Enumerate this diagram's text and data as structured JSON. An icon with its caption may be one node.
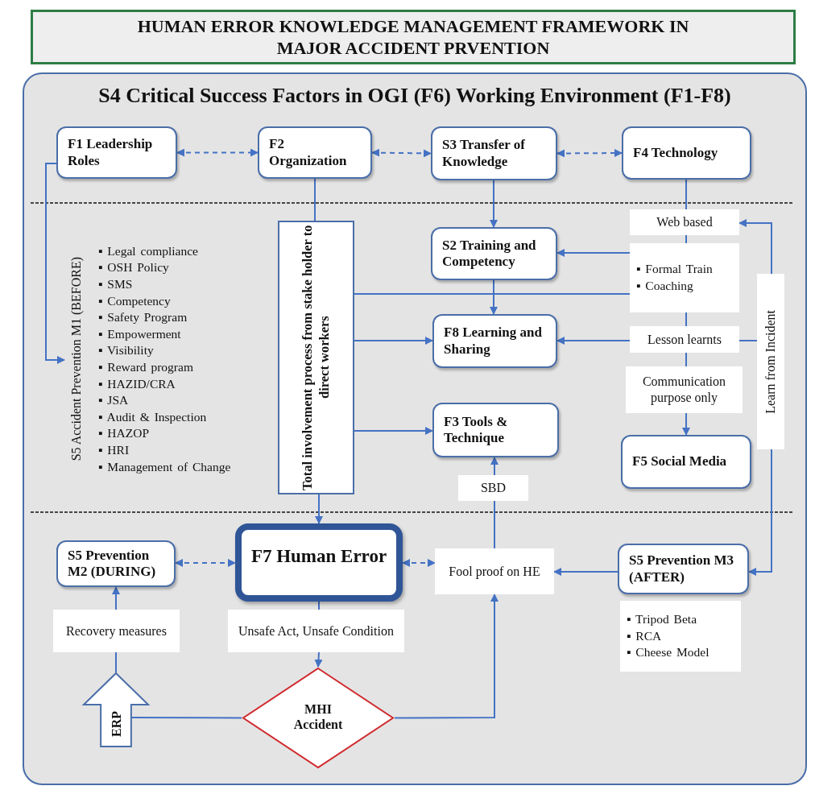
{
  "diagram": {
    "title": "HUMAN ERROR KNOWLEDGE MANAGEMENT FRAMEWORK IN MAJOR ACCIDENT PRVENTION",
    "nodes": [
      {
        "text": [
          "S4 Critical Success Factors in OGI (F6) Working Environment (F1-F8)"
        ]
      },
      {
        "text": [
          "F1 Leadership Roles"
        ],
        "in": 0
      },
      {
        "text": [
          "F2 Organization"
        ],
        "in": 0
      },
      {
        "text": [
          "S3 Transfer of Knowledge"
        ],
        "in": 0
      },
      {
        "text": [
          "F4 Technology"
        ],
        "in": 0
      },
      {
        "text": [
          "S5 Accident Prevention M1 (BEFORE)",
          "▪ Legal compliance",
          "▪ OSH Policy",
          "▪ SMS",
          "▪ Competency",
          "▪ Safety Program",
          "▪ Empowerment",
          "▪ Visibility",
          "▪ Reward program",
          "▪ HAZID/CRA",
          "▪ JSA",
          "▪ Audit & Inspection",
          "▪ HAZOP",
          "▪ HRI",
          "▪ Management of Change"
        ],
        "in": 0
      },
      {
        "text": [
          "Total involvement process from stake holder to direct workers"
        ],
        "in": 0
      },
      {
        "text": [
          "Web based"
        ],
        "in": 0
      },
      {
        "text": [
          "S2 Training and Competency"
        ],
        "in": 0
      },
      {
        "text": [
          "▪ Formal Train",
          "▪ Coaching"
        ],
        "in": 0
      },
      {
        "text": [
          "F8 Learning and Sharing"
        ],
        "in": 0
      },
      {
        "text": [
          "Lesson learnts"
        ],
        "in": 0
      },
      {
        "text": [
          "Communication purpose only"
        ],
        "in": 0
      },
      {
        "text": [
          "F3 Tools & Technique"
        ],
        "in": 0
      },
      {
        "text": [
          "F5 Social Media"
        ],
        "in": 0
      },
      {
        "text": [
          "Learn from Incident"
        ],
        "in": 0
      },
      {
        "text": [
          "SBD"
        ],
        "in": 0
      },
      {
        "text": [
          "S5 Prevention M2 (DURING)"
        ],
        "in": 0
      },
      {
        "text": [
          "F7 Human Error"
        ],
        "in": 0
      },
      {
        "text": [
          "Fool proof on HE"
        ],
        "in": 0
      },
      {
        "text": [
          "S5 Prevention M3 (AFTER)"
        ],
        "in": 0
      },
      {
        "text": [
          "Recovery measures"
        ],
        "in": 0
      },
      {
        "text": [
          "Unsafe Act, Unsafe Condition"
        ],
        "in": 0
      },
      {
        "text": [
          "▪ Tripod Beta",
          "▪ RCA",
          "▪ Cheese Model"
        ],
        "in": 0
      },
      {
        "text": [
          "ERP"
        ],
        "in": 0
      },
      {
        "text": [
          "MHI Accident"
        ],
        "in": 0
      }
    ],
    "edges": [
      {
        "from": 1,
        "to": 2,
        "arrow": "both",
        "style": "dashed"
      },
      {
        "from": 2,
        "to": 3,
        "arrow": "both",
        "style": "dashed"
      },
      {
        "from": 3,
        "to": 4,
        "arrow": "both",
        "style": "dashed"
      },
      {
        "from": 1,
        "to": 5,
        "arrow": "to"
      },
      {
        "from": 2,
        "to": 6,
        "arrow": "none"
      },
      {
        "from": 6,
        "to": 18,
        "arrow": "to"
      },
      {
        "from": 6,
        "to": 9,
        "arrow": "none"
      },
      {
        "from": 6,
        "to": 10,
        "arrow": "to"
      },
      {
        "from": 6,
        "to": 13,
        "arrow": "to"
      },
      {
        "from": 3,
        "to": 8,
        "arrow": "to"
      },
      {
        "from": 8,
        "to": 10,
        "arrow": "to"
      },
      {
        "from": 4,
        "to": 7,
        "arrow": "none"
      },
      {
        "from": 7,
        "to": 9,
        "arrow": "none"
      },
      {
        "from": 9,
        "to": 11,
        "arrow": "none"
      },
      {
        "from": 11,
        "to": 12,
        "arrow": "none"
      },
      {
        "from": 12,
        "to": 14,
        "arrow": "to"
      },
      {
        "from": 9,
        "to": 8,
        "arrow": "to"
      },
      {
        "from": 11,
        "to": 10,
        "arrow": "to"
      },
      {
        "from": 15,
        "to": 7,
        "arrow": "to"
      },
      {
        "from": 15,
        "to": 11,
        "arrow": "none"
      },
      {
        "from": 15,
        "to": 20,
        "arrow": "to"
      },
      {
        "from": 20,
        "to": 19,
        "arrow": "to"
      },
      {
        "from": 18,
        "to": 19,
        "arrow": "both",
        "style": "dashed"
      },
      {
        "from": 19,
        "to": 16,
        "arrow": "none"
      },
      {
        "from": 16,
        "to": 13,
        "arrow": "to"
      },
      {
        "from": 17,
        "to": 18,
        "arrow": "both",
        "style": "dashed"
      },
      {
        "from": 21,
        "to": 17,
        "arrow": "to"
      },
      {
        "from": 24,
        "to": 21,
        "arrow": "none"
      },
      {
        "from": 18,
        "to": 22,
        "arrow": "none"
      },
      {
        "from": 22,
        "to": 25,
        "arrow": "to"
      },
      {
        "from": 25,
        "to": 24,
        "arrow": "none"
      },
      {
        "from": 25,
        "to": 19,
        "arrow": "to"
      }
    ]
  }
}
